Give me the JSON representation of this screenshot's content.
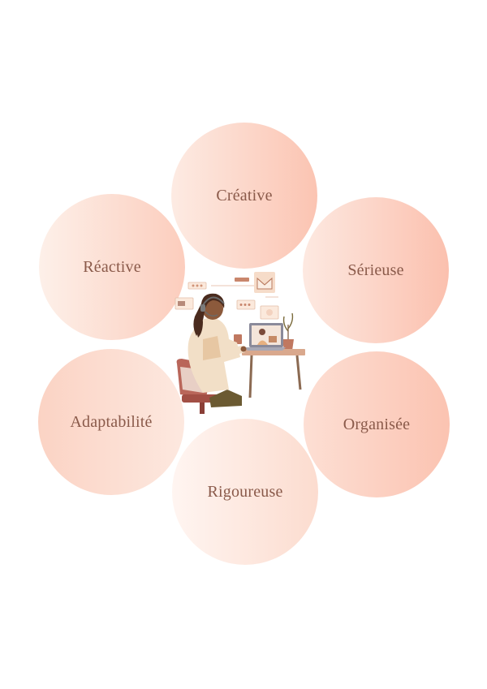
{
  "diagram": {
    "qualities": [
      {
        "label": "Créative"
      },
      {
        "label": "Réactive"
      },
      {
        "label": "Sérieuse"
      },
      {
        "label": "Adaptabilité"
      },
      {
        "label": "Organisée"
      },
      {
        "label": "Rigoureuse"
      }
    ],
    "center_illustration": "woman-at-laptop-with-headset"
  },
  "colors": {
    "label_text": "#8a5a4a",
    "circle_light": "#fdebe3",
    "circle_dark": "#fbc4b2"
  }
}
